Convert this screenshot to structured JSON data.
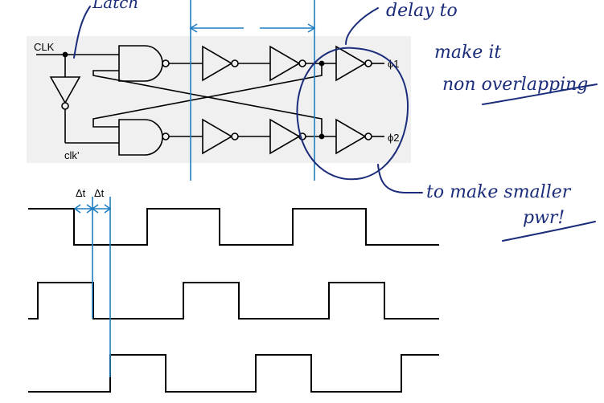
{
  "circuit": {
    "clk_label": "CLK",
    "clkbar_label": "clk’",
    "phi1_label": "ϕ1",
    "phi2_label": "ϕ2"
  },
  "timing": {
    "delta_label_1": "Δt",
    "delta_label_2": "Δt"
  },
  "annotations": {
    "latch": "Latch",
    "delay_line1": "delay to",
    "delay_line2": "make it",
    "delay_line3": "non overlapping",
    "buffer_line1": "to make smaller",
    "buffer_line2": "pwr!"
  },
  "colors": {
    "ink": "#1a2c7a",
    "marker": "#1f7fc2",
    "circuit_bg": "#f0f0f0",
    "line": "#000000"
  }
}
